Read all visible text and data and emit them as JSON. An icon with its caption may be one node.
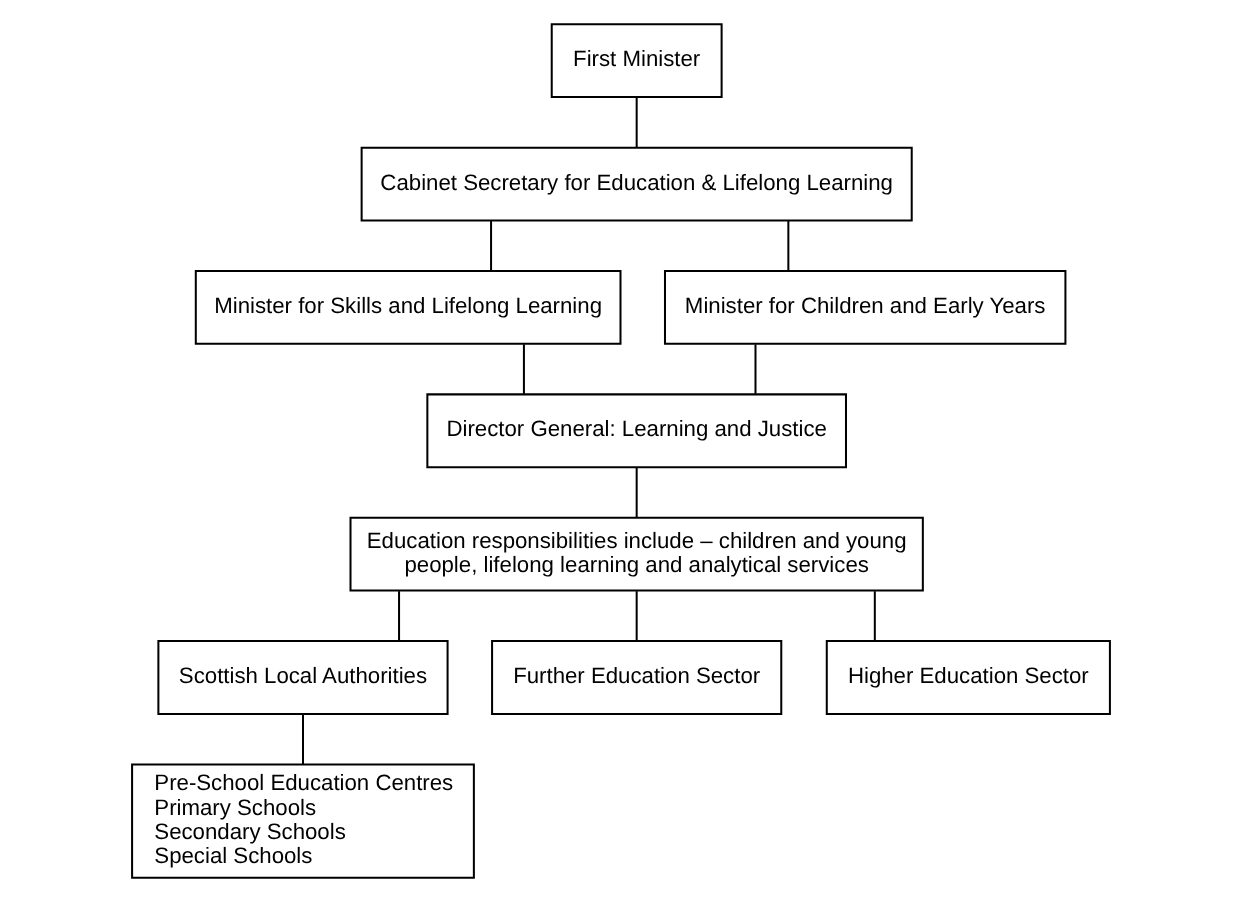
{
  "diagram": {
    "nodes": [
      {
        "text": [
          "First Minister"
        ]
      },
      {
        "text": [
          "Cabinet Secretary for Education & Lifelong Learning"
        ]
      },
      {
        "text": [
          "Minister for Skills and Lifelong Learning"
        ]
      },
      {
        "text": [
          "Minister for Children and Early Years"
        ]
      },
      {
        "text": [
          "Director General: Learning and Justice"
        ]
      },
      {
        "text": [
          "Education responsibilities include – children and young people, lifelong learning and analytical services"
        ]
      },
      {
        "text": [
          "Scottish Local Authorities"
        ]
      },
      {
        "text": [
          "Further Education Sector"
        ]
      },
      {
        "text": [
          "Higher Education Sector"
        ]
      },
      {
        "text": [
          "Pre-School Education Centres",
          "Primary Schools",
          "Secondary Schools",
          "Special Schools"
        ]
      }
    ],
    "edges": [
      {
        "from": 0,
        "to": 1,
        "arrow": "none"
      },
      {
        "from": 1,
        "to": 2,
        "arrow": "none"
      },
      {
        "from": 1,
        "to": 3,
        "arrow": "none"
      },
      {
        "from": 2,
        "to": 4,
        "arrow": "none"
      },
      {
        "from": 3,
        "to": 4,
        "arrow": "none"
      },
      {
        "from": 4,
        "to": 5,
        "arrow": "none"
      },
      {
        "from": 5,
        "to": 6,
        "arrow": "none"
      },
      {
        "from": 5,
        "to": 7,
        "arrow": "none"
      },
      {
        "from": 5,
        "to": 8,
        "arrow": "none"
      },
      {
        "from": 6,
        "to": 9,
        "arrow": "none"
      }
    ]
  }
}
